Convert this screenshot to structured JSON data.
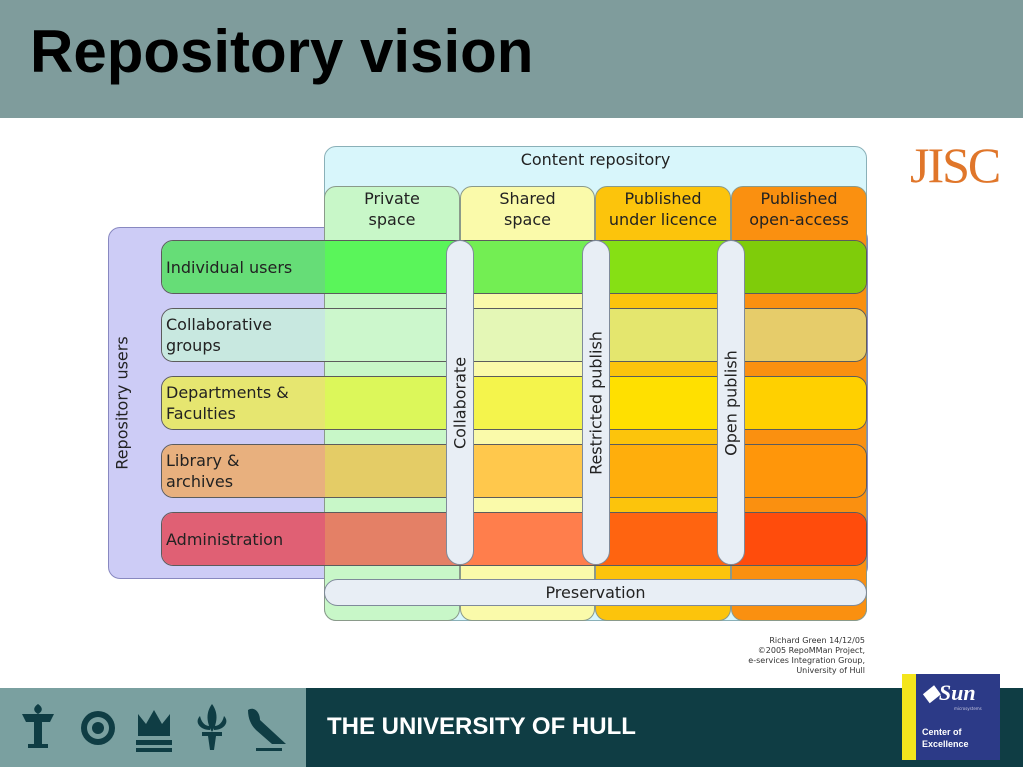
{
  "slide": {
    "title": "Repository vision",
    "jisc_logo": "JISC"
  },
  "diagram": {
    "content_repository_label": "Content repository",
    "repository_users_label": "Repository users",
    "columns": [
      {
        "line1": "Private",
        "line2": "space",
        "color": "#c8f7c8"
      },
      {
        "line1": "Shared",
        "line2": "space",
        "color": "#fafaaa"
      },
      {
        "line1": "Published",
        "line2": "under licence",
        "color": "#fcc40c"
      },
      {
        "line1": "Published",
        "line2": "open-access",
        "color": "#fa9010"
      }
    ],
    "rows": [
      {
        "line1": "Individual users",
        "line2": "",
        "label_color": "#66dd77",
        "cells": [
          "#5af55a",
          "#73ee53",
          "#86e014",
          "#7fcc0a"
        ]
      },
      {
        "line1": "Collaborative",
        "line2": "groups",
        "label_color": "#c8e8e0",
        "cells": [
          "#ccf7cc",
          "#e4f7b6",
          "#e4e66e",
          "#e6cc6a"
        ]
      },
      {
        "line1": "Departments &",
        "line2": "Faculties",
        "label_color": "#e6e670",
        "cells": [
          "#dcf75a",
          "#f4f44c",
          "#ffe000",
          "#ffd000"
        ]
      },
      {
        "line1": "Library &",
        "line2": "archives",
        "label_color": "#e8b07e",
        "cells": [
          "#e4cc66",
          "#ffc84c",
          "#ffae0c",
          "#ff960a"
        ]
      },
      {
        "line1": "Administration",
        "line2": "",
        "label_color": "#e06074",
        "cells": [
          "#e48066",
          "#ff7e4c",
          "#ff6410",
          "#ff4c0c"
        ]
      }
    ],
    "pillars": [
      "Collaborate",
      "Restricted publish",
      "Open publish"
    ],
    "preservation_label": "Preservation",
    "colors": {
      "content_repository_bg": "#d8f6fb",
      "repository_users_bg": "#cdccf6"
    }
  },
  "credit": {
    "line1": "Richard Green 14/12/05",
    "line2": "©2005 RepoMMan Project,",
    "line3": "e-services Integration Group,",
    "line4": "University of Hull"
  },
  "footer": {
    "university_name": "THE UNIVERSITY OF HULL",
    "sun_logo": "Sun",
    "sun_sub": "microsystems",
    "sun_line1": "Center of",
    "sun_line2": "Excellence",
    "icons": [
      "torch-icon",
      "flower-icon",
      "crown-icon",
      "fleur-de-lis-icon",
      "bird-icon"
    ],
    "colors": {
      "left_bg": "#7aa0a0",
      "right_bg": "#0f3d44",
      "sun_bg": "#2c3a87",
      "sun_bar": "#f4e51c"
    }
  }
}
